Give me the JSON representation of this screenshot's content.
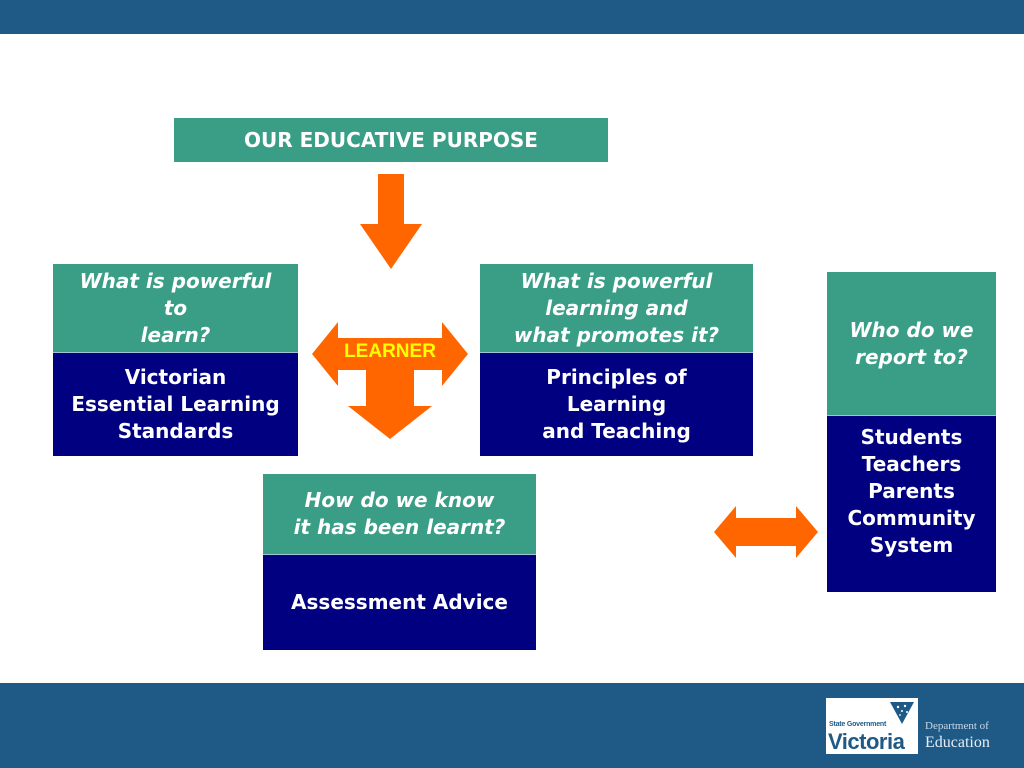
{
  "colors": {
    "band": "#1f5a86",
    "teal": "#3a9e86",
    "navy": "#000080",
    "arrow": "#ff6600",
    "learner_text": "#ffff00"
  },
  "title": "OUR EDUCATIVE PURPOSE",
  "center_label": "LEARNER",
  "cards": [
    {
      "question": "What is powerful\nto\nlearn?",
      "answer": "Victorian\nEssential Learning\nStandards"
    },
    {
      "question": "What is powerful\nlearning and\nwhat promotes it?",
      "answer": "Principles of\nLearning\nand Teaching"
    },
    {
      "question": "How do we know\nit has been learnt?",
      "answer": "Assessment Advice"
    },
    {
      "question": "Who do we\nreport to?",
      "answer": "Students\nTeachers\nParents\nCommunity\nSystem"
    }
  ],
  "logo": {
    "state_government": "State Government",
    "victoria": "Victoria",
    "department_of": "Department of",
    "education": "Education"
  }
}
